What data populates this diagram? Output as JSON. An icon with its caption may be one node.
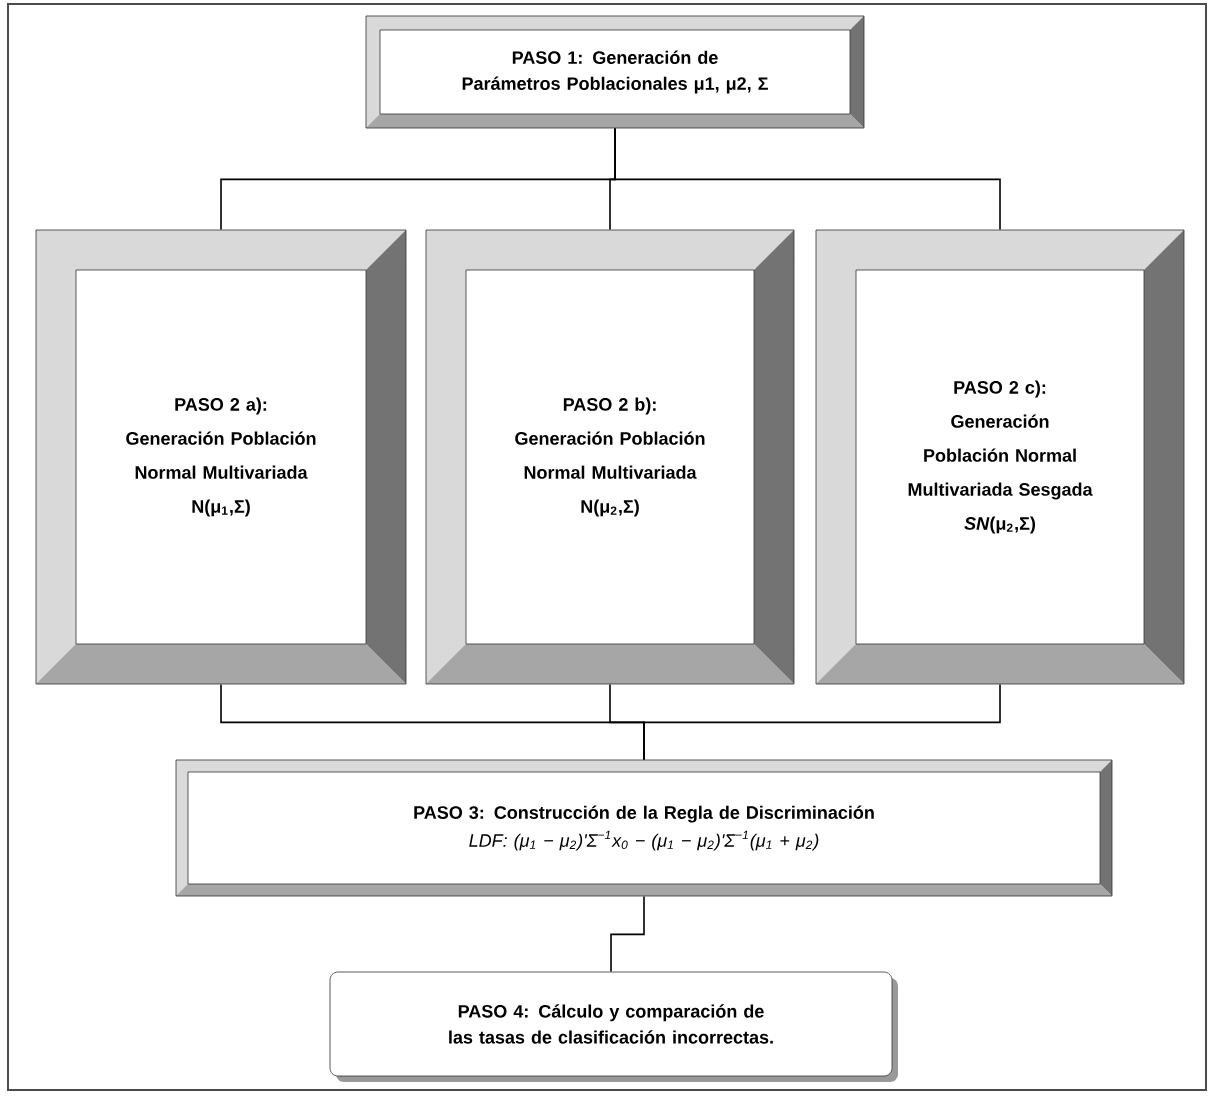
{
  "diagram": {
    "nodes": [
      {
        "text": [
          "PASO 1: Generación de Parámetros Poblacionales μ1, μ2, Σ"
        ]
      },
      {
        "text": [
          "PASO 2 a):",
          "Generación Población Normal Multivariada",
          "N(μ$_{1}$,Σ)"
        ]
      },
      {
        "text": [
          "PASO 2 b):",
          "Generación Población Normal Multivariada",
          "N(μ$_{2}$,Σ)"
        ]
      },
      {
        "text": [
          "PASO 2 c):",
          "Generación Población Normal Multivariada Sesgada",
          "*SN*(μ$_{2}$,Σ)"
        ]
      },
      {
        "text": [
          "PASO 3: Construcción de la Regla de Discriminación",
          "*LDF*: (μ$_{1}$ − μ$_{2}$)'Σ$^{−1}$x$_{0}$ − (μ$_{1}$ − μ$_{2}$)'Σ$^{−1}$(μ$_{1}$ + μ$_{2}$)"
        ]
      },
      {
        "text": [
          "PASO 4: Cálculo y comparación de las tasas de clasificación incorrectas."
        ]
      }
    ],
    "edges": [
      {
        "from": 0,
        "to": 1,
        "arrow": "none"
      },
      {
        "from": 0,
        "to": 2,
        "arrow": "none"
      },
      {
        "from": 0,
        "to": 3,
        "arrow": "none"
      },
      {
        "from": 1,
        "to": 4,
        "arrow": "none"
      },
      {
        "from": 2,
        "to": 4,
        "arrow": "none"
      },
      {
        "from": 3,
        "to": 4,
        "arrow": "none"
      },
      {
        "from": 4,
        "to": 5,
        "arrow": "none"
      }
    ]
  }
}
